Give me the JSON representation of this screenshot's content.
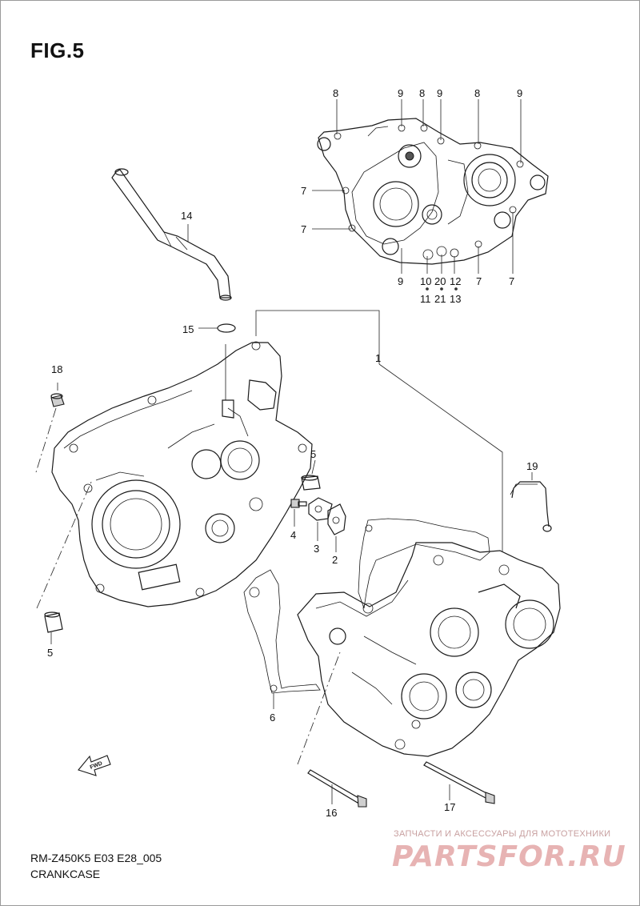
{
  "figure": {
    "title": "FIG.5",
    "model_code": "RM-Z450K5 E03 E28_005",
    "caption": "CRANKCASE"
  },
  "watermark": {
    "tagline": "ЗАПЧАСТИ И АКСЕССУАРЫ ДЛЯ МОТОТЕХНИКИ",
    "brand": "PARTSFOR.RU",
    "color": "#e7b3b3"
  },
  "callouts": {
    "c1": "1",
    "c2": "2",
    "c3": "3",
    "c4": "4",
    "c5a": "5",
    "c5b": "5",
    "c6": "6",
    "c7a": "7",
    "c7b": "7",
    "c7c": "7",
    "c7d": "7",
    "c8a": "8",
    "c8b": "8",
    "c8c": "8",
    "c9a": "9",
    "c9b": "9",
    "c9c": "9",
    "c9d": "9",
    "c10": "10",
    "c11": "11",
    "c12": "12",
    "c13": "13",
    "c14": "14",
    "c15": "15",
    "c16": "16",
    "c17": "17",
    "c18": "18",
    "c19": "19",
    "c20": "20",
    "c21": "21"
  },
  "icons": {
    "fwd_arrow": "fwd-arrow-icon",
    "fwd_label": "FWD"
  }
}
